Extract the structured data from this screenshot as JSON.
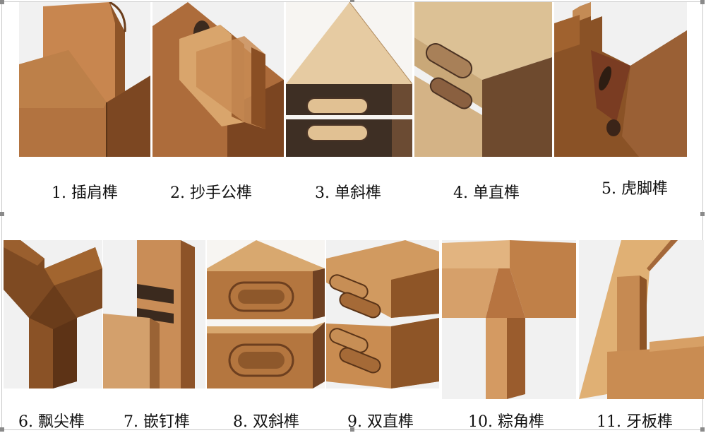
{
  "colors": {
    "wood_dark": "#7a4a26",
    "wood_mid": "#a8693a",
    "wood_light": "#d7a877",
    "wood_pale": "#ecd0a8",
    "slot_dark": "#3c2a1e"
  },
  "top_row": [
    {
      "label": "1. 插肩榫",
      "icon": "insert-shoulder-joint"
    },
    {
      "label": "2. 抄手公榫",
      "icon": "folded-hands-tenon"
    },
    {
      "label": "3. 单斜榫",
      "icon": "single-oblique-tenon"
    },
    {
      "label": "4. 单直榫",
      "icon": "single-straight-tenon"
    },
    {
      "label": "5. 虎脚榫",
      "icon": "tiger-foot-tenon"
    }
  ],
  "bottom_row": [
    {
      "label": "6. 飘尖榫",
      "icon": "floating-tip-tenon"
    },
    {
      "label": "7. 嵌钉榫",
      "icon": "embedded-nail-tenon"
    },
    {
      "label": "8. 双斜榫",
      "icon": "double-oblique-tenon"
    },
    {
      "label": "9. 双直榫",
      "icon": "double-straight-tenon"
    },
    {
      "label": "10. 粽角榫",
      "icon": "zongjiao-tenon"
    },
    {
      "label": "11. 牙板榫",
      "icon": "apron-tenon"
    }
  ]
}
